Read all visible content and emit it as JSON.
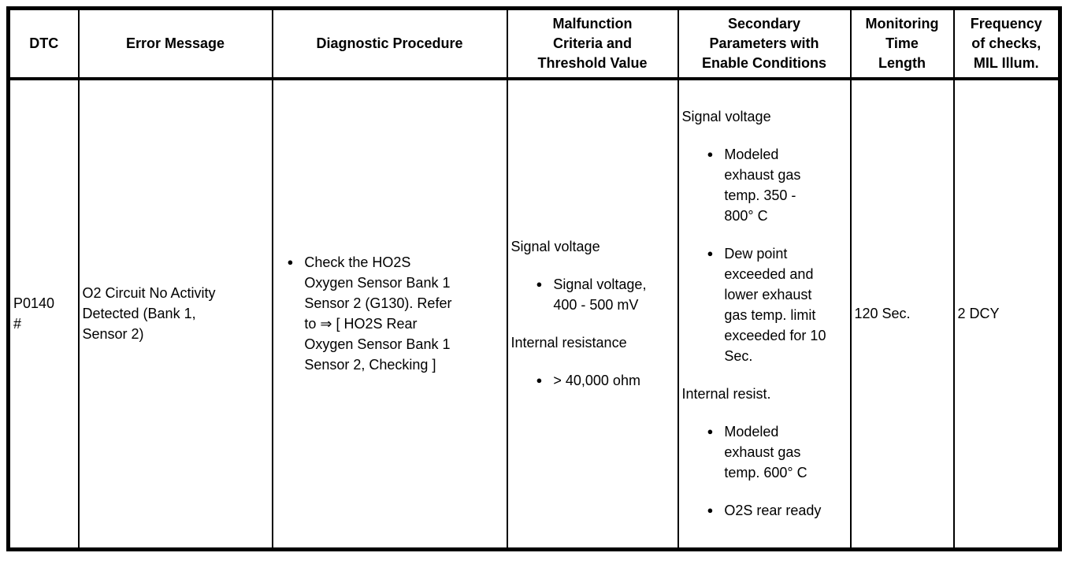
{
  "glyphs": {
    "bullet": "●"
  },
  "colors": {
    "background": "#ffffff",
    "text": "#000000",
    "border": "#000000"
  },
  "table": {
    "columns": [
      {
        "label": "DTC"
      },
      {
        "label": "Error Message"
      },
      {
        "label": "Diagnostic Procedure"
      },
      {
        "label": "Malfunction\nCriteria and\nThreshold Value"
      },
      {
        "label": "Secondary\nParameters with\nEnable Conditions"
      },
      {
        "label": "Monitoring\nTime\nLength"
      },
      {
        "label": "Frequency\nof checks,\nMIL Illum."
      }
    ],
    "row": {
      "dtc": "P0140\n#",
      "error_message": "O2 Circuit No Activity\nDetected (Bank 1,\nSensor 2)",
      "diagnostic_procedure": {
        "bullets": [
          "Check the HO2S\nOxygen Sensor Bank 1\nSensor 2 (G130). Refer\nto ⇒ [ HO2S Rear\nOxygen Sensor Bank 1\nSensor 2, Checking ]"
        ]
      },
      "malfunction_criteria": {
        "sections": [
          {
            "heading": "Signal voltage",
            "bullets": [
              "Signal voltage,\n400 - 500 mV"
            ]
          },
          {
            "heading": "Internal resistance",
            "bullets": [
              "> 40,000 ohm"
            ]
          }
        ]
      },
      "secondary_parameters": {
        "sections": [
          {
            "heading": "Signal voltage",
            "bullets": [
              "Modeled\nexhaust gas\ntemp. 350 -\n800° C",
              "Dew point\nexceeded and\nlower exhaust\ngas temp. limit\nexceeded for 10\nSec."
            ]
          },
          {
            "heading": "Internal resist.",
            "bullets": [
              "Modeled\nexhaust gas\ntemp. 600° C",
              "O2S rear ready"
            ]
          }
        ]
      },
      "monitoring_time_length": "120 Sec.",
      "frequency_of_checks": "2 DCY"
    }
  }
}
